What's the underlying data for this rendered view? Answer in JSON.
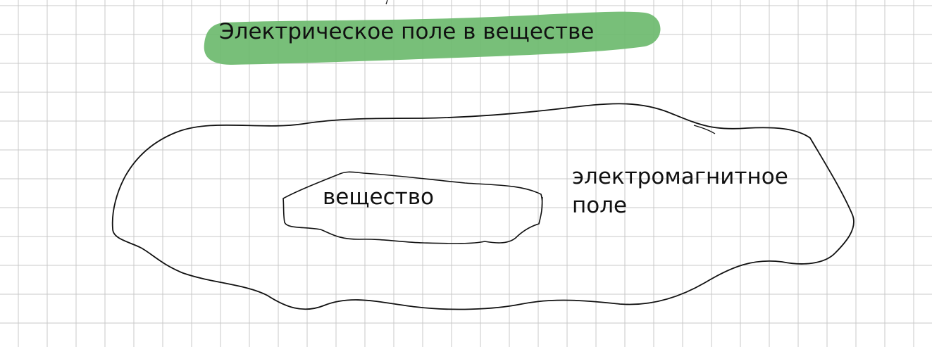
{
  "page": {
    "title": "Электрическое поле в веществе",
    "title_highlight_color": "#6dba6e",
    "grid_line_color": "#c8c8c8",
    "ink_color": "#111111"
  },
  "diagram": {
    "inner_region": {
      "label": "вещество"
    },
    "outer_region": {
      "label_line1": "электромагнитное",
      "label_line2": "поле"
    }
  }
}
